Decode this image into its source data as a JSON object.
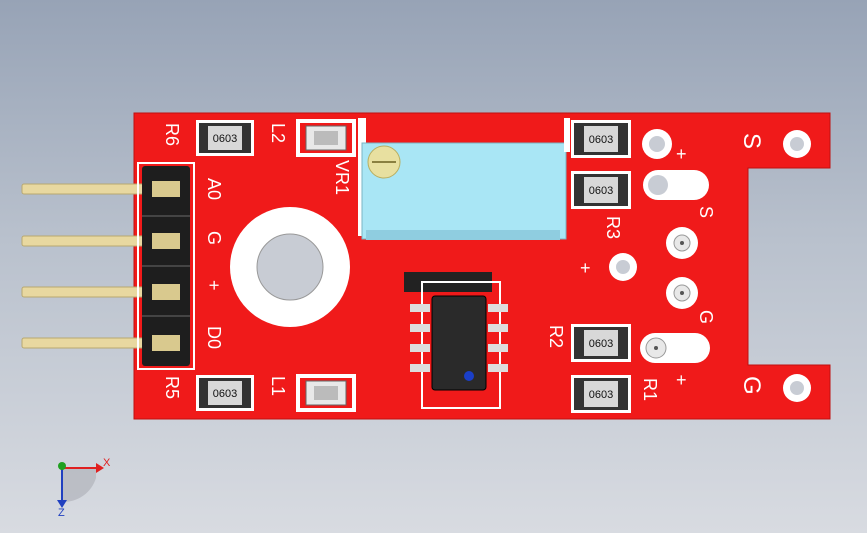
{
  "colors": {
    "pcb": "#f01a1a",
    "silkscreen": "#ffffff",
    "pin_metal": "#e8d8a0",
    "header_plastic": "#1e1e1e",
    "potentiometer": "#a9e6f5",
    "chip_body": "#2a2a2a",
    "background_top": "#97a3b6",
    "background_bottom": "#d8dbe1",
    "axis_x": "#e02020",
    "axis_y": "#20a020",
    "axis_z": "#2040c0"
  },
  "header_pins": [
    "A0",
    "G",
    "+",
    "D0"
  ],
  "references": {
    "r6": "R6",
    "r5": "R5",
    "l2": "L2",
    "l1": "L1",
    "vr1": "VR1",
    "r3": "R3",
    "r2": "R2",
    "r1": "R1"
  },
  "chip_code": "0603",
  "pad_labels": {
    "plus_top": "+",
    "s_pad": "S",
    "plus_mid": "+",
    "g_pad": "G",
    "plus_bottom": "+"
  },
  "edge_labels": {
    "s": "S",
    "g": "G"
  },
  "axes": {
    "x": "X",
    "z": "Z"
  }
}
